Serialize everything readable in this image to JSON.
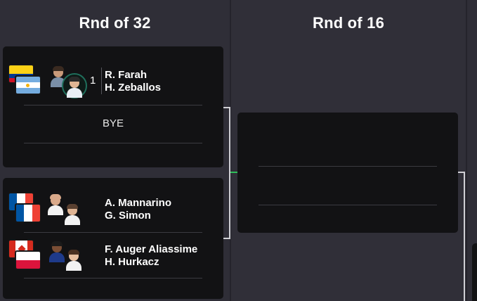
{
  "rounds": [
    {
      "title": "Rnd of 32"
    },
    {
      "title": "Rnd of 16"
    }
  ],
  "matches": [
    {
      "teams": [
        {
          "seed": "1",
          "player1": "R. Farah",
          "player2": "H. Zeballos",
          "flags": [
            "colombia",
            "argentina"
          ]
        },
        {
          "bye_label": "BYE"
        }
      ]
    },
    {
      "teams": [
        {
          "player1": "A. Mannarino",
          "player2": "G. Simon",
          "flags": [
            "france",
            "france"
          ]
        },
        {
          "player1": "F. Auger Aliassime",
          "player2": "H. Hurkacz",
          "flags": [
            "canada",
            "poland"
          ]
        }
      ]
    },
    {
      "teams": [
        {},
        {}
      ]
    }
  ],
  "colors": {
    "background": "#2e2d36",
    "card": "#121214",
    "seed_ring": "#1f6f5c",
    "connector": "#cfcfd4",
    "highlight_connector": "#2fbf5a"
  }
}
